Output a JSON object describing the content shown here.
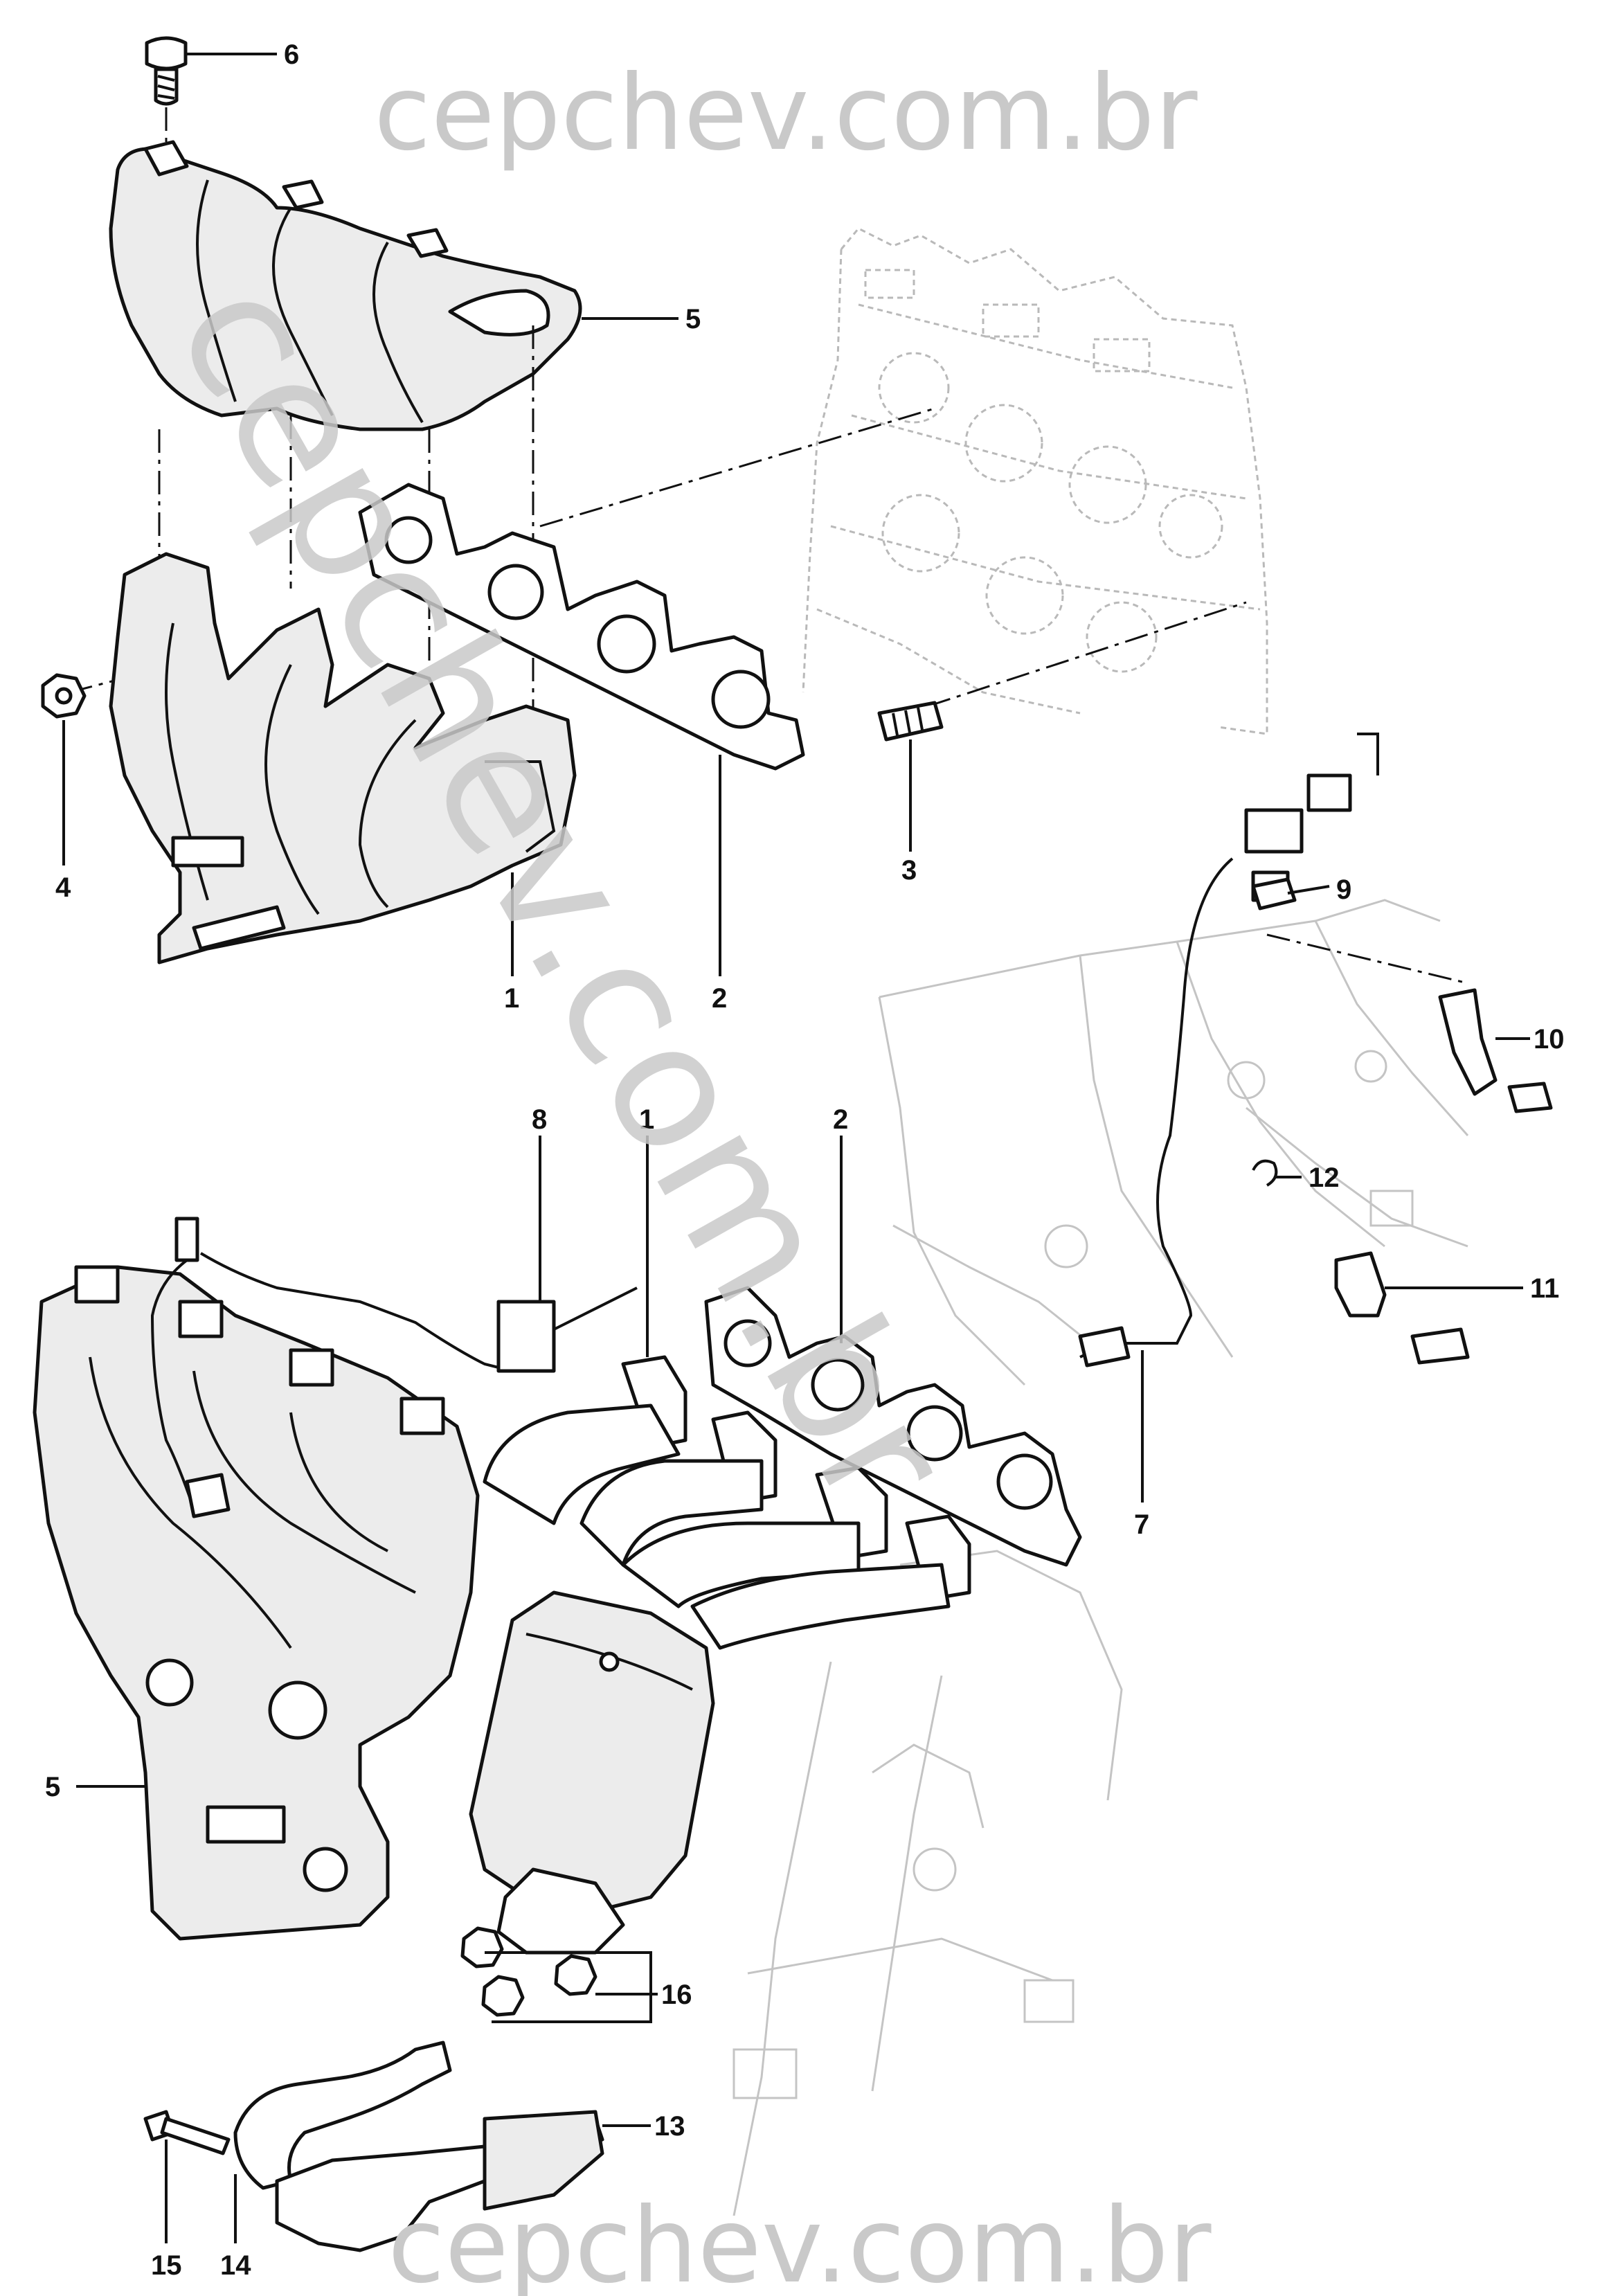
{
  "watermarks": {
    "top": "cepchev.com.br",
    "bottom": "cepchev.com.br",
    "diagonal": "cepchev.com.br"
  },
  "callouts": {
    "upper": [
      {
        "id": "6",
        "label": "6"
      },
      {
        "id": "5",
        "label": "5"
      },
      {
        "id": "4",
        "label": "4"
      },
      {
        "id": "1",
        "label": "1"
      },
      {
        "id": "2",
        "label": "2"
      },
      {
        "id": "3",
        "label": "3"
      },
      {
        "id": "9",
        "label": "9"
      },
      {
        "id": "10",
        "label": "10"
      },
      {
        "id": "12",
        "label": "12"
      },
      {
        "id": "11",
        "label": "11"
      },
      {
        "id": "7",
        "label": "7"
      }
    ],
    "lower": [
      {
        "id": "8",
        "label": "8"
      },
      {
        "id": "1b",
        "label": "1"
      },
      {
        "id": "2b",
        "label": "2"
      },
      {
        "id": "5b",
        "label": "5"
      },
      {
        "id": "16",
        "label": "16"
      },
      {
        "id": "13",
        "label": "13"
      },
      {
        "id": "15",
        "label": "15"
      },
      {
        "id": "14",
        "label": "14"
      }
    ]
  }
}
